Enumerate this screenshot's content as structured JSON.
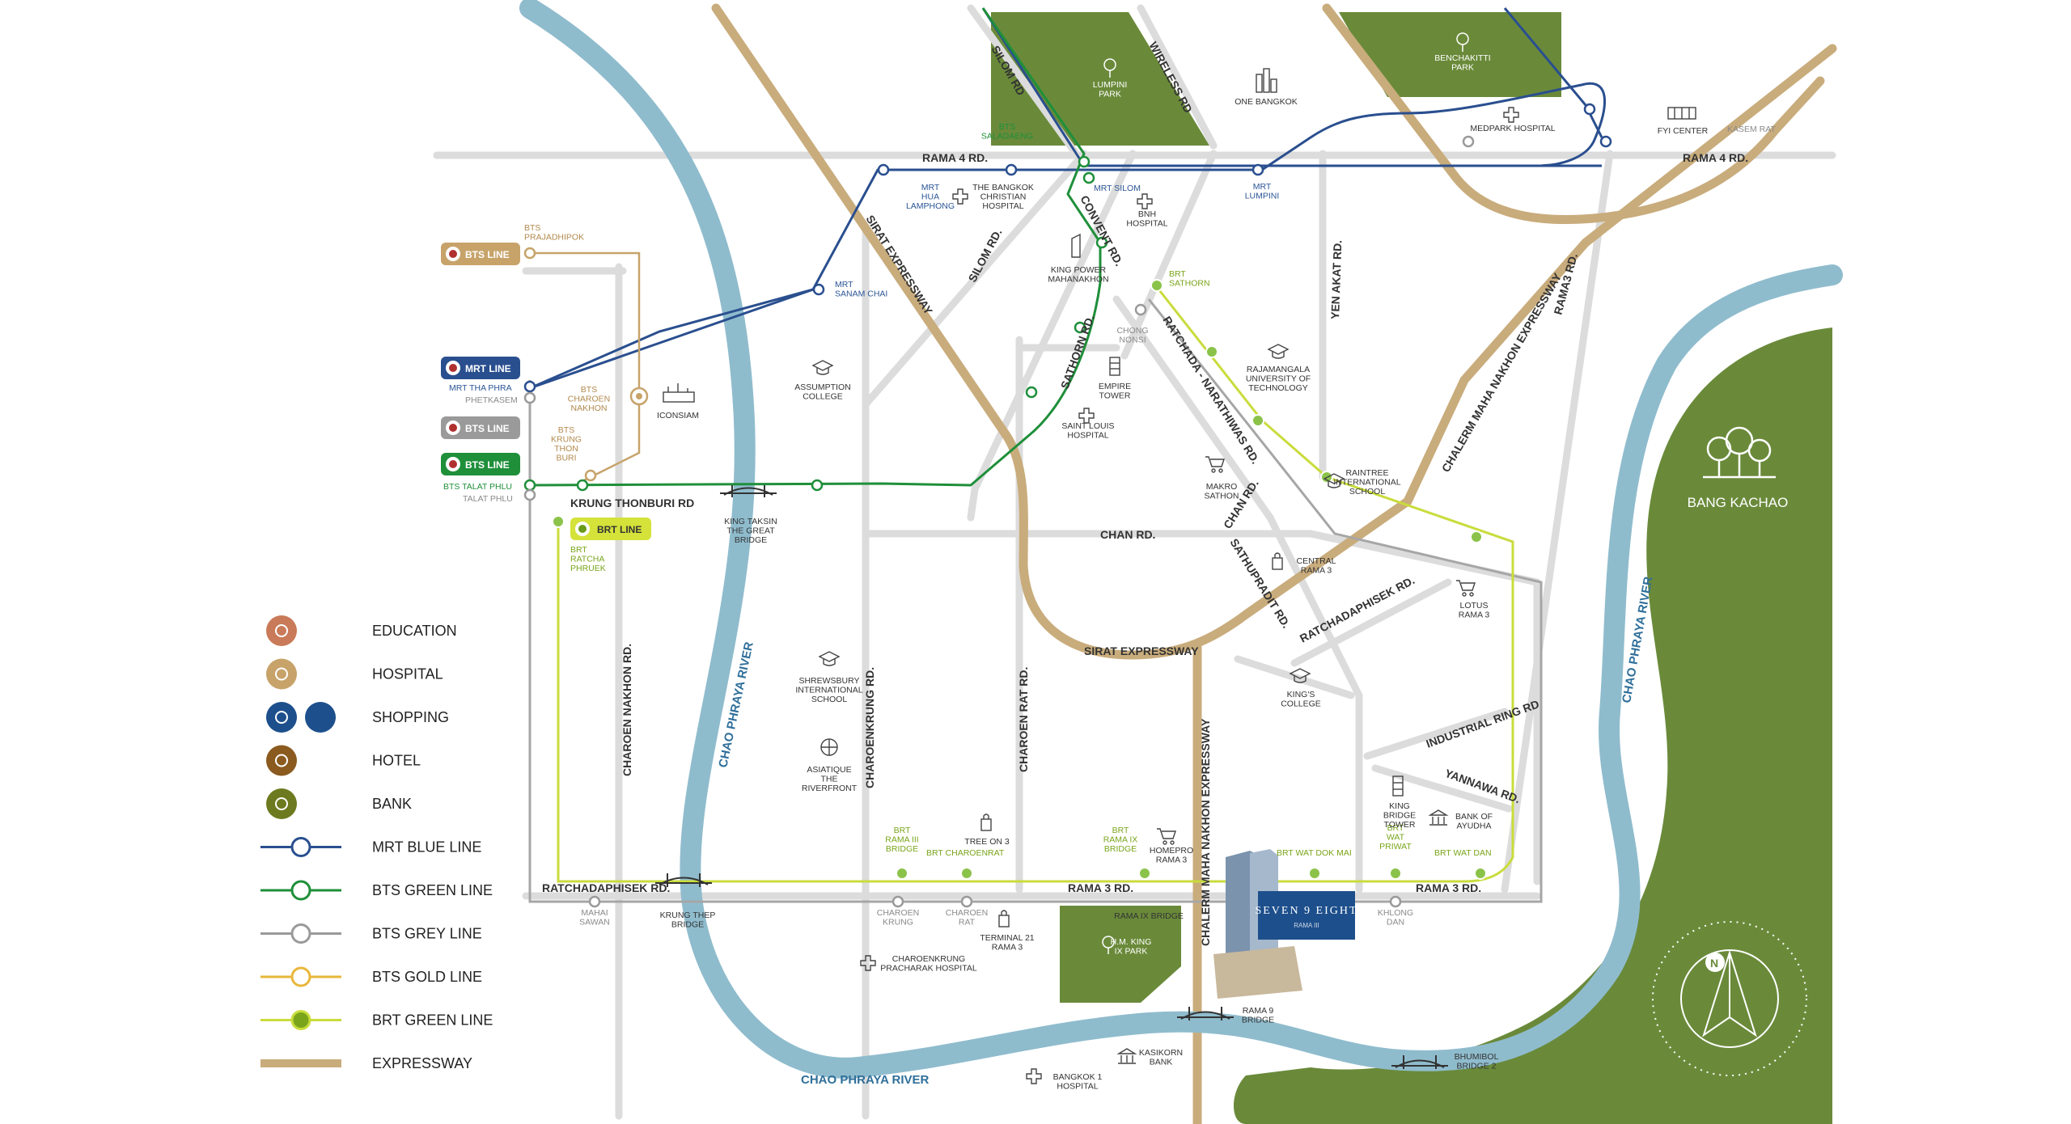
{
  "colors": {
    "mrt_blue": "#2a4f8f",
    "bts_green": "#1f8f3a",
    "bts_grey": "#9a9a9a",
    "bts_gold": "#c7a36a",
    "brt_green": "#c9dc3c",
    "expressway": "#c9ac7c",
    "river": "#8fbccd",
    "park": "#6a8a3a",
    "road": "#dcdcdc",
    "project": "#1d4f8c"
  },
  "roads": {
    "silom_rd": "SILOM RD",
    "wireless_rd": "WIRELESS RD",
    "rama4_left": "RAMA 4 RD.",
    "rama4_right": "RAMA 4 RD.",
    "sirat_expressway": "SIRAT EXPRESSWAY",
    "silom_rd2": "SILOM RD.",
    "convent_rd": "CONVENT RD.",
    "yen_akat_rd": "YEN AKAT RD.",
    "rama3_rd_top": "RAMA3 RD.",
    "chalerm_top": "CHALERM MAHA NAKHON EXPRESSWAY",
    "sathorn_rd": "SATHORN RD.",
    "ratchada_narathiwas": "RATCHADA - NARATHIWAS RD.",
    "krung_thonburi": "KRUNG THONBURI RD",
    "chan_rd": "CHAN RD.",
    "chan_rd2": "CHAN RD.",
    "sathupradit": "SATHUPRADIT RD.",
    "ratchadaphisek_right": "RATCHADAPHISEK RD.",
    "sirat_expressway2": "SIRAT EXPRESSWAY",
    "charoen_nakhon": "CHAROEN NAKHON RD.",
    "charoenkrung": "CHAROENKRUNG RD.",
    "charoen_rat": "CHAROEN RAT RD.",
    "chalerm_bottom": "CHALERM MAHA NAKHON EXPRESSWAY",
    "industrial_ring": "INDUSTRIAL RING RD",
    "yannawa": "YANNAWA RD.",
    "ratchadaphisek_left": "RATCHADAPHISEK RD.",
    "rama3_left": "RAMA 3 RD.",
    "rama3_right": "RAMA 3 RD."
  },
  "rivers": {
    "left": "CHAO PHRAYA RIVER",
    "right": "CHAO PHRAYA RIVER",
    "bottom": "CHAO PHRAYA RIVER"
  },
  "parks": {
    "lumpini": "LUMPINI\nPARK",
    "benchakitti": "BENCHAKITTI\nPARK",
    "bang_kachao": "BANG KACHAO",
    "hm_king": "H.M. KING\nIX PARK"
  },
  "badges": {
    "bts_line_gold": "BTS LINE",
    "mrt_line": "MRT LINE",
    "bts_line_grey": "BTS LINE",
    "bts_line_green": "BTS LINE",
    "brt_line": "BRT LINE"
  },
  "stations": {
    "bts_saladaeng": "BTS\nSALADAENG",
    "mrt_silom": "MRT SILOM",
    "mrt_lumpini": "MRT\nLUMPINI",
    "mrt_hua_lamphong": "MRT\nHUA\nLAMPHONG",
    "mrt_sanam_chai": "MRT\nSANAM CHAI",
    "bts_prajadhipok": "BTS\nPRAJADHIPOK",
    "mrt_tha_phra": "MRT  THA PHRA",
    "phetkasem": "PHETKASEM",
    "bts_charoen_nakhon": "BTS\nCHAROEN\nNAKHON",
    "bts_krung_thon_buri": "BTS\nKRUNG\nTHON\nBURI",
    "bts_talat_phlu": "BTS  TALAT PHLU",
    "talat_phlu": "TALAT PHLU",
    "brt_ratcha_phruek": "BRT\nRATCHA\nPHRUEK",
    "brt_sathorn": "BRT\nSATHORN",
    "chong_nonsi": "CHONG\nNONSI",
    "brt_rama3_bridge": "BRT\nRAMA III\nBRIDGE",
    "brt_charoenrat": "BRT  CHAROENRAT",
    "brt_rama9_bridge": "BRT\nRAMA IX\nBRIDGE",
    "brt_wat_dok_mai": "BRT  WAT DOK MAI",
    "brt_wat_priwat": "BRT\nWAT\nPRIWAT",
    "brt_wat_dan": "BRT  WAT DAN",
    "mahai_sawan": "MAHAI\nSAWAN",
    "charoen_krung": "CHAROEN\nKRUNG",
    "charoen_rat": "CHAROEN\nRAT",
    "khlong_dan": "KHLONG\nDAN",
    "kasem_rat": "KASEM RAT"
  },
  "poi": {
    "one_bangkok": "ONE BANGKOK",
    "medpark": "MEDPARK HOSPITAL",
    "fyi_center": "FYI CENTER",
    "bangkok_christian": "THE BANGKOK\nCHRISTIAN\nHOSPITAL",
    "bnh": "BNH\nHOSPITAL",
    "king_power": "KING POWER\nMAHANAKHON",
    "iconsiam": "ICONSIAM",
    "assumption": "ASSUMPTION\nCOLLEGE",
    "empire_tower": "EMPIRE\nTOWER",
    "saint_louis": "SAINT LOUIS\nHOSPITAL",
    "rajamangala": "RAJAMANGALA\nUNIVERSITY OF\nTECHNOLOGY",
    "raintree": "RAINTREE\nINTERNATIONAL\nSCHOOL",
    "makro": "MAKRO\nSATHON",
    "central_rama3": "CENTRAL\nRAMA 3",
    "lotus_rama3": "LOTUS\nRAMA 3",
    "taksin_bridge": "KING TAKSIN\nTHE GREAT\nBRIDGE",
    "shrewsbury": "SHREWSBURY\nINTERNATIONAL\nSCHOOL",
    "kings_college": "KING'S\nCOLLEGE",
    "asiatique": "ASIATIQUE\nTHE\nRIVERFRONT",
    "tree_on_3": "TREE ON 3",
    "homepro": "HOMEPRO\nRAMA 3",
    "king_bridge_tower": "KING\nBRIDGE\nTOWER",
    "bank_ayudha": "BANK OF\nAYUDHA",
    "rama9_bridge_label": "RAMA IX BRIDGE",
    "terminal21": "TERMINAL 21\nRAMA 3",
    "charoenkrung_hosp": "CHAROENKRUNG\nPRACHARAK HOSPITAL",
    "krung_thep_bridge": "KRUNG THEP\nBRIDGE",
    "rama9_bridge": "RAMA 9\nBRIDGE",
    "kasikorn": "KASIKORN\nBANK",
    "bangkok1": "BANGKOK 1\nHOSPITAL",
    "bhumibol": "BHUMIBOL\nBRIDGE 2"
  },
  "project": {
    "name": "SEVEN 9 EIGHT",
    "sub": "RAMA III"
  },
  "legend": [
    {
      "label": "EDUCATION",
      "icon": "education-icon",
      "color": "#c97a58"
    },
    {
      "label": "HOSPITAL",
      "icon": "hospital-icon",
      "color": "#c7a36a"
    },
    {
      "label": "SHOPPING",
      "icon": "shopping-icon",
      "color": "#1d4f8c"
    },
    {
      "label": "HOTEL",
      "icon": "hotel-icon",
      "color": "#8a5a1f"
    },
    {
      "label": "BANK",
      "icon": "bank-icon",
      "color": "#6d7a1f"
    },
    {
      "label": "MRT BLUE LINE",
      "icon": "line-icon",
      "color": "#2a4f8f"
    },
    {
      "label": "BTS GREEN LINE",
      "icon": "line-icon",
      "color": "#1f8f3a"
    },
    {
      "label": "BTS GREY LINE",
      "icon": "line-icon",
      "color": "#9a9a9a"
    },
    {
      "label": "BTS GOLD LINE",
      "icon": "line-icon",
      "color": "#e8b73a"
    },
    {
      "label": "BRT GREEN LINE",
      "icon": "line-icon",
      "color": "#c9dc3c"
    },
    {
      "label": "EXPRESSWAY",
      "icon": "expressway-icon",
      "color": "#c9ac7c"
    }
  ]
}
